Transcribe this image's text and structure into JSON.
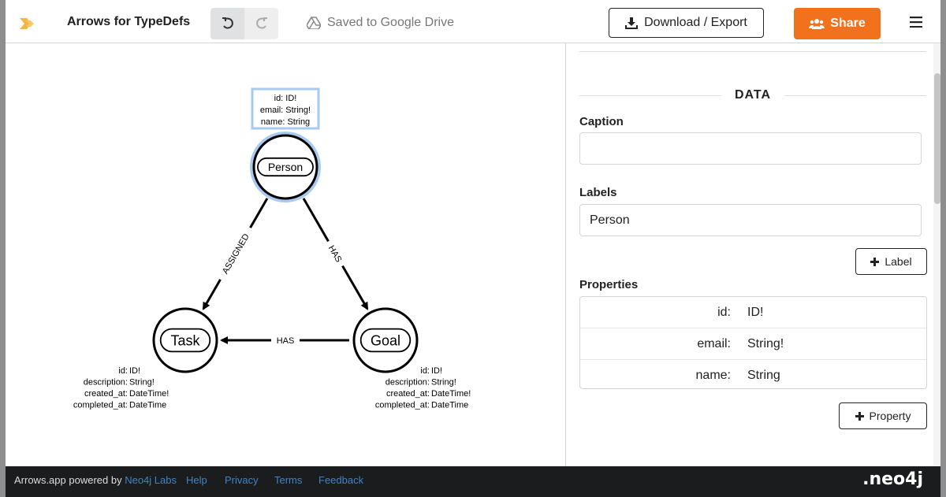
{
  "header": {
    "title": "Arrows for TypeDefs",
    "save_status": "Saved to Google Drive",
    "export_label": "Download / Export",
    "share_label": "Share",
    "accent_share": "#f2711c",
    "logo_color": "#f4b642"
  },
  "graph": {
    "nodes": [
      {
        "id": "person",
        "caption": "Person",
        "selected": true,
        "properties": [
          "id: ID!",
          "email: String!",
          "name: String"
        ]
      },
      {
        "id": "task",
        "caption": "Task",
        "properties": [
          "id: ID!",
          "description: String!",
          "created_at: DateTime!",
          "completed_at: DateTime"
        ]
      },
      {
        "id": "goal",
        "caption": "Goal",
        "properties": [
          "id: ID!",
          "description: String!",
          "created_at: DateTime!",
          "completed_at: DateTime"
        ]
      }
    ],
    "relationships": [
      {
        "from": "person",
        "to": "task",
        "type": "ASSIGNED"
      },
      {
        "from": "person",
        "to": "goal",
        "type": "HAS"
      },
      {
        "from": "goal",
        "to": "task",
        "type": "HAS"
      }
    ]
  },
  "inspector": {
    "section_title": "DATA",
    "caption_label": "Caption",
    "caption_value": "",
    "labels_label": "Labels",
    "labels_value": "Person",
    "add_label_button": "Label",
    "properties_label": "Properties",
    "properties": [
      {
        "key": "id",
        "value": "ID!"
      },
      {
        "key": "email",
        "value": "String!"
      },
      {
        "key": "name",
        "value": "String"
      }
    ],
    "add_property_button": "Property"
  },
  "footer": {
    "powered_by": "Arrows.app powered by",
    "labs_link": "Neo4j Labs",
    "help": "Help",
    "privacy": "Privacy",
    "terms": "Terms",
    "feedback": "Feedback",
    "brand": ".neo4j"
  }
}
